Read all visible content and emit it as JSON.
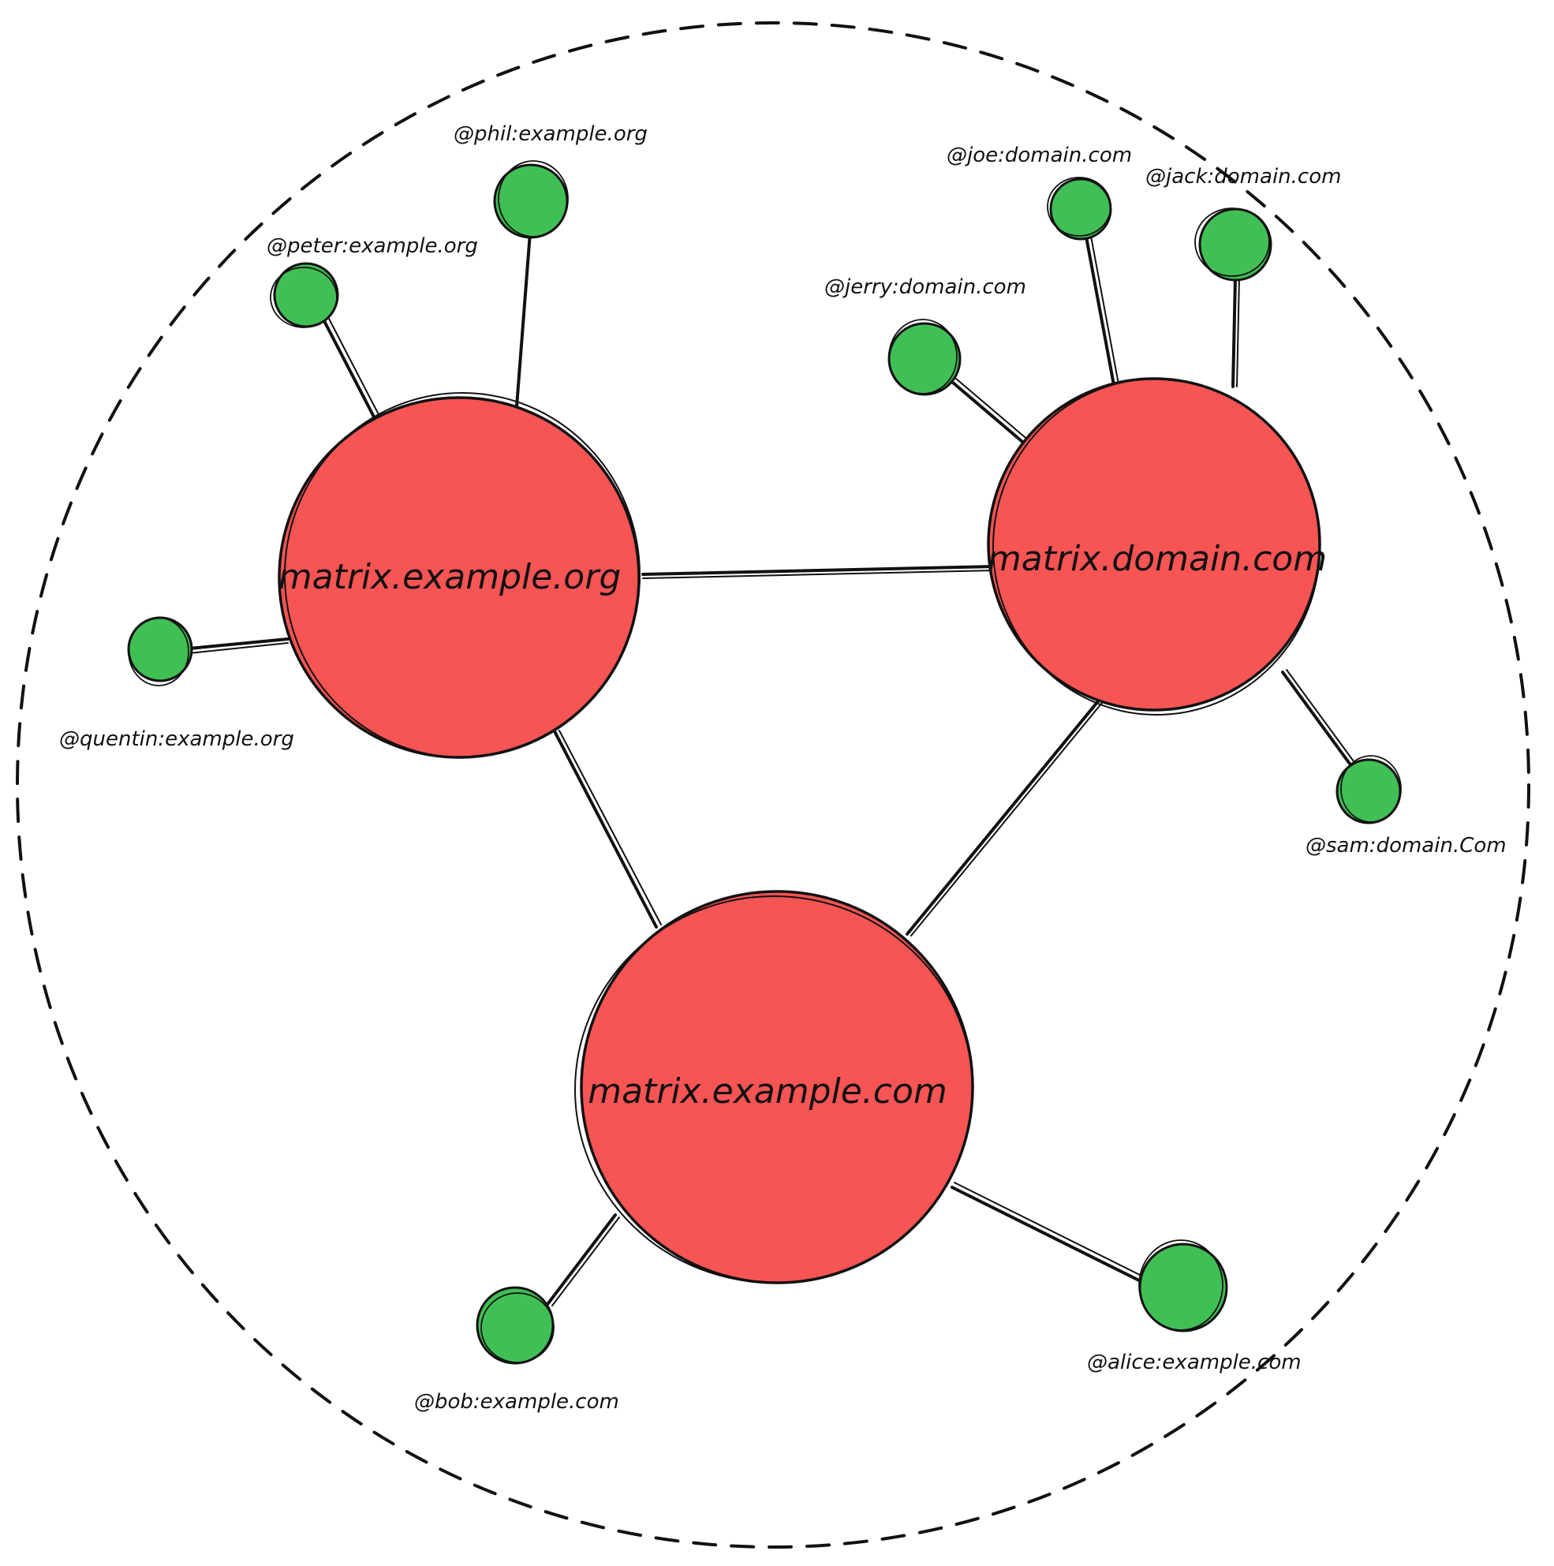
{
  "colors": {
    "server_fill": "#f75454",
    "user_fill": "#40bf55",
    "outline": "#111111",
    "boundary": "#111111",
    "background": "#ffffff"
  },
  "servers": [
    {
      "id": "org",
      "label": "matrix.example.org"
    },
    {
      "id": "dom",
      "label": "matrix.domain.com"
    },
    {
      "id": "com",
      "label": "matrix.example.com"
    }
  ],
  "users": [
    {
      "id": "phil",
      "label": "@phil:example.org",
      "server": "org"
    },
    {
      "id": "peter",
      "label": "@peter:example.org",
      "server": "org"
    },
    {
      "id": "quentin",
      "label": "@quentin:example.org",
      "server": "org"
    },
    {
      "id": "joe",
      "label": "@joe:domain.com",
      "server": "dom"
    },
    {
      "id": "jack",
      "label": "@jack:domain.com",
      "server": "dom"
    },
    {
      "id": "jerry",
      "label": "@jerry:domain.com",
      "server": "dom"
    },
    {
      "id": "sam",
      "label": "@sam:domain.Com",
      "server": "dom"
    },
    {
      "id": "bob",
      "label": "@bob:example.com",
      "server": "com"
    },
    {
      "id": "alice",
      "label": "@alice:example.com",
      "server": "com"
    }
  ],
  "federation_links": [
    [
      "org",
      "dom"
    ],
    [
      "org",
      "com"
    ],
    [
      "dom",
      "com"
    ]
  ]
}
